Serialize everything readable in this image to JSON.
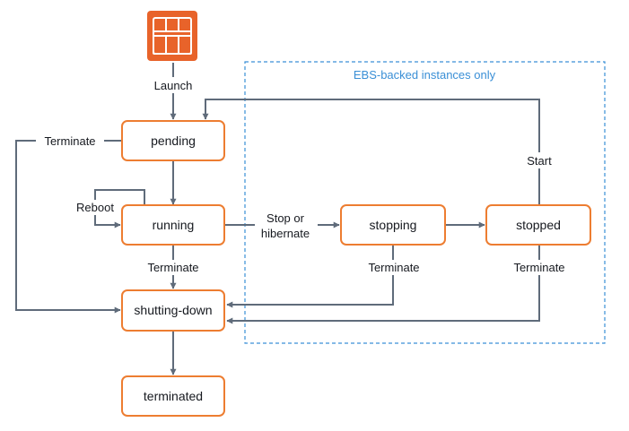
{
  "icon": {
    "name": "ec2-instance-icon"
  },
  "colors": {
    "state_border": "#ed7d31",
    "edge": "#5f6b7a",
    "region": "#3a8fd6",
    "icon": "#e8632a"
  },
  "region": {
    "label": "EBS-backed instances only"
  },
  "states": {
    "pending": "pending",
    "running": "running",
    "stopping": "stopping",
    "stopped": "stopped",
    "shutting_down": "shutting-down",
    "terminated": "terminated"
  },
  "edges": {
    "launch": "Launch",
    "terminate_pending": "Terminate",
    "reboot": "Reboot",
    "stop_line1": "Stop or",
    "stop_line2": "hibernate",
    "terminate_running": "Terminate",
    "terminate_stopping": "Terminate",
    "terminate_stopped": "Terminate",
    "start": "Start"
  }
}
